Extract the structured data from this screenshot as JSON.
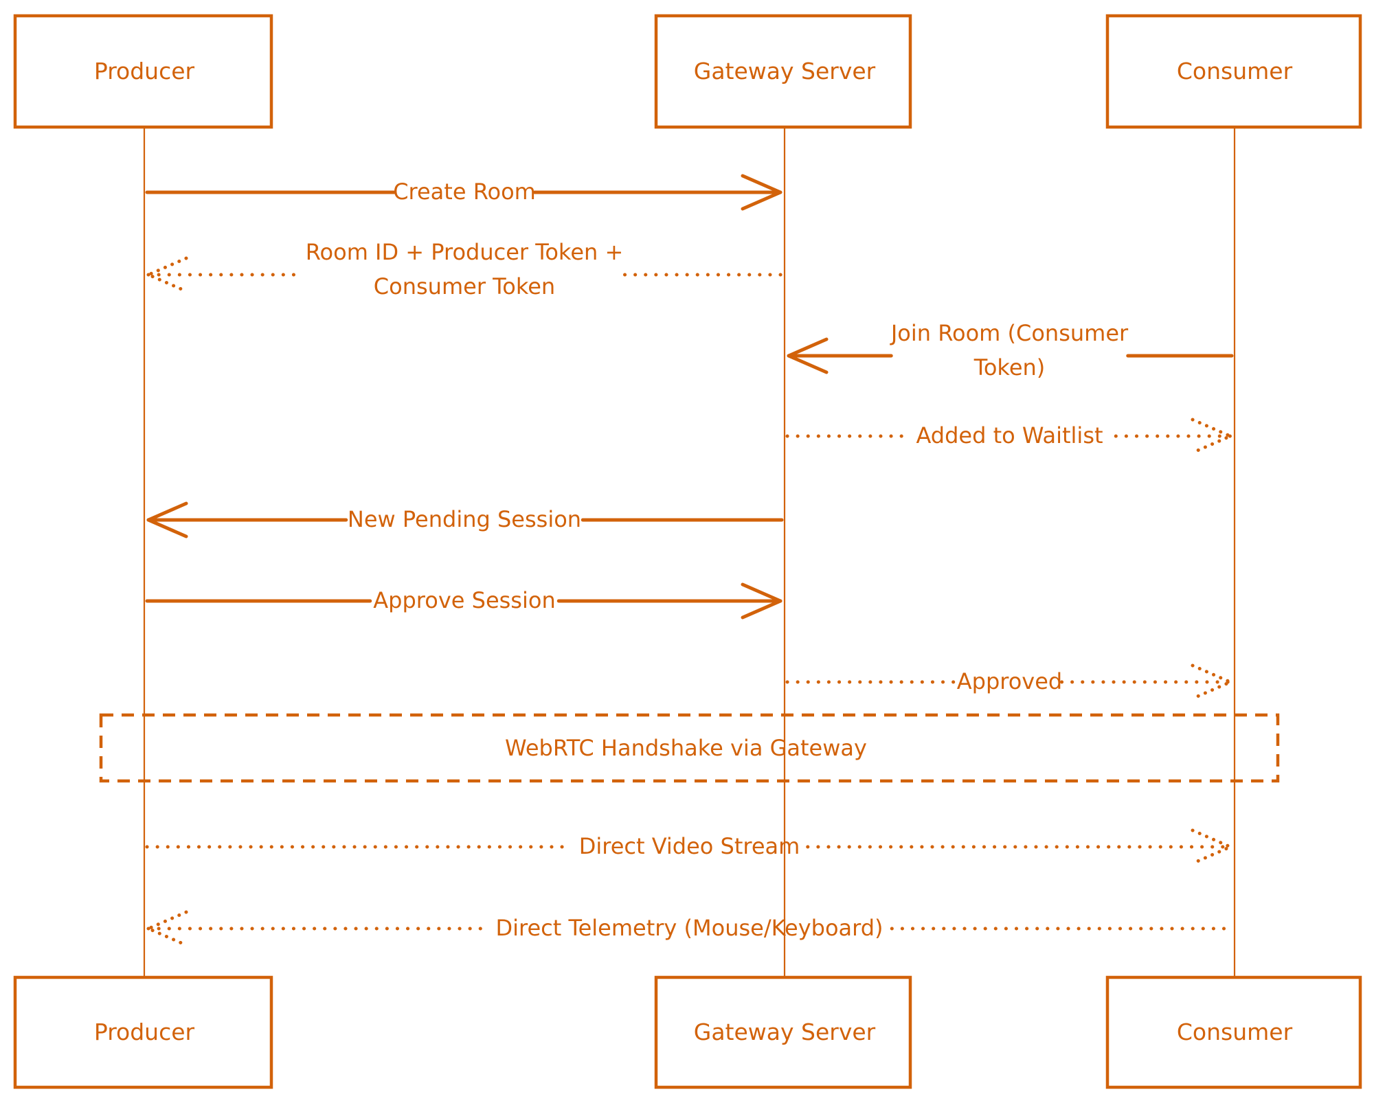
{
  "diagram": {
    "type": "sequence",
    "accent_color": "#D2620A",
    "background": "#ffffff",
    "participants": [
      {
        "id": "producer",
        "label": "Producer"
      },
      {
        "id": "gateway",
        "label": "Gateway Server"
      },
      {
        "id": "consumer",
        "label": "Consumer"
      }
    ],
    "messages": [
      {
        "from": "producer",
        "to": "gateway",
        "style": "solid",
        "lines": [
          "Create Room"
        ]
      },
      {
        "from": "gateway",
        "to": "producer",
        "style": "dotted",
        "lines": [
          "Room ID + Producer Token +",
          "Consumer Token"
        ]
      },
      {
        "from": "consumer",
        "to": "gateway",
        "style": "solid",
        "lines": [
          "Join Room (Consumer",
          "Token)"
        ]
      },
      {
        "from": "gateway",
        "to": "consumer",
        "style": "dotted",
        "lines": [
          "Added to Waitlist"
        ]
      },
      {
        "from": "gateway",
        "to": "producer",
        "style": "solid",
        "lines": [
          "New Pending Session"
        ]
      },
      {
        "from": "producer",
        "to": "gateway",
        "style": "solid",
        "lines": [
          "Approve Session"
        ]
      },
      {
        "from": "gateway",
        "to": "consumer",
        "style": "dotted",
        "lines": [
          "Approved"
        ]
      },
      {
        "type": "note",
        "over": [
          "producer",
          "consumer"
        ],
        "lines": [
          "WebRTC Handshake via Gateway"
        ]
      },
      {
        "from": "producer",
        "to": "consumer",
        "style": "dotted",
        "lines": [
          "Direct Video Stream"
        ]
      },
      {
        "from": "consumer",
        "to": "producer",
        "style": "dotted",
        "lines": [
          "Direct Telemetry (Mouse/Keyboard)"
        ]
      }
    ]
  }
}
